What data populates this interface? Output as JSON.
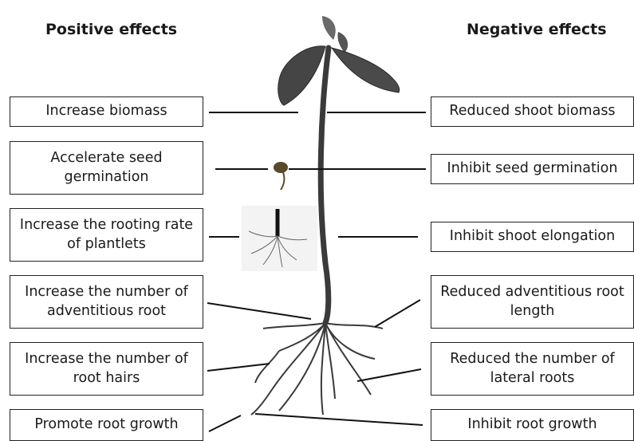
{
  "headings": {
    "positive": "Positive effects",
    "negative": "Negative effects"
  },
  "positive_effects": [
    "Increase biomass",
    "Accelerate seed germination",
    "Increase the rooting rate of plantlets",
    "Increase the number of adventitious root",
    "Increase the number of root hairs",
    "Promote root growth"
  ],
  "negative_effects": [
    "Reduced shoot biomass",
    "Inhibit seed germination",
    "Inhibit shoot elongation",
    "Reduced adventitious root length",
    "Reduced the number of lateral roots",
    "Inhibit root growth"
  ],
  "colors": {
    "plant": "#3a3a3a",
    "leaf": "#4a4a4a",
    "seed": "#5a4a2a",
    "line": "#111111"
  }
}
